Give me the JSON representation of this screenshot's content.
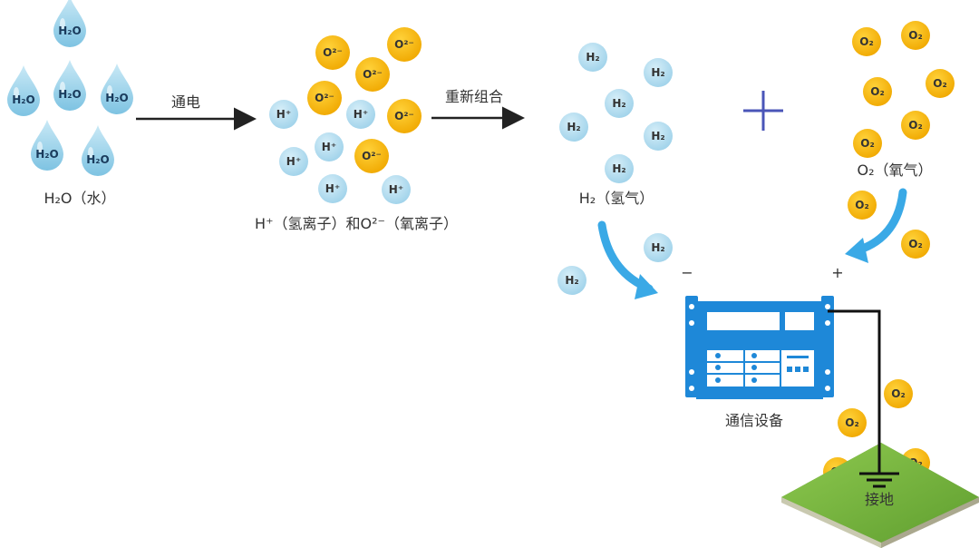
{
  "labels": {
    "water": "H₂O（水）",
    "electrolysis": "通电",
    "ions": "H⁺（氢离子）和O²⁻（氧离子）",
    "recombine": "重新组合",
    "hydrogen": "H₂（氢气）",
    "oxygen": "O₂（氧气）",
    "plus_sign": "+",
    "negative_terminal": "−",
    "positive_terminal": "+",
    "device": "通信设备",
    "ground": "接地"
  },
  "molecules": {
    "water": "H₂O",
    "proton": "H⁺",
    "oxide": "O²⁻",
    "hydrogen": "H₂",
    "oxygen": "O₂"
  },
  "colors": {
    "water_drop": "#a8d8ec",
    "hydrogen": "#a8d8ec",
    "oxygen": "#f5b800",
    "arrow": "#222222",
    "curved_arrow": "#3aa9e6",
    "device": "#1e88d8",
    "ground": "#7cb342",
    "plus_symbol": "#4a55b8",
    "wire": "#111111"
  }
}
